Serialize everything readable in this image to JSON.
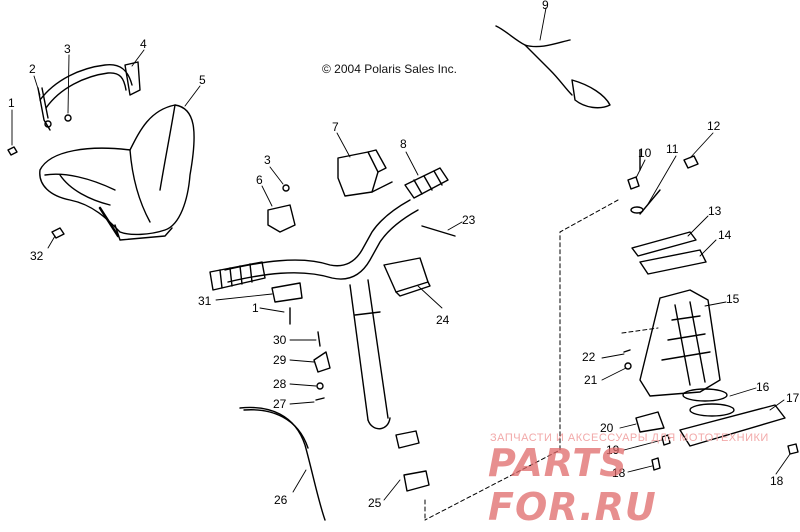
{
  "copyright": "© 2004 Polaris Sales Inc.",
  "watermark": {
    "line1": "ЗАПЧАСТИ И АКСЕССУАРЫ ДЛЯ МОТОТЕХНИКИ",
    "line2": "PARTS FOR.RU"
  },
  "callouts": [
    "1",
    "2",
    "3",
    "4",
    "5",
    "32",
    "3",
    "6",
    "7",
    "8",
    "23",
    "31",
    "1",
    "30",
    "29",
    "28",
    "27",
    "24",
    "26",
    "25",
    "9",
    "10",
    "11",
    "12",
    "13",
    "14",
    "15",
    "22",
    "21",
    "16",
    "17",
    "20",
    "19",
    "18",
    "18"
  ]
}
